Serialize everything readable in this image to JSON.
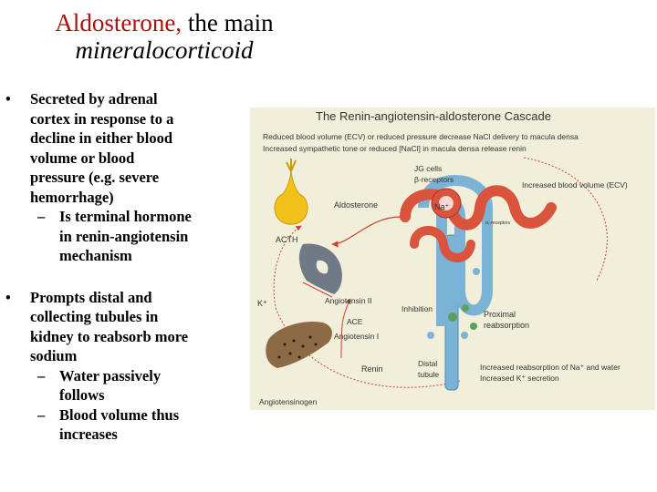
{
  "title": {
    "line1_red": "Aldosterone,",
    "line1_rest": " the main",
    "line2": "mineralocorticoid"
  },
  "bullets": [
    {
      "marker": "•",
      "text_lines": [
        "Secreted by adrenal",
        "cortex in response to a",
        "decline in either blood",
        "volume or blood",
        "pressure (e.g. severe",
        "hemorrhage)"
      ],
      "subs": [
        {
          "marker": "–",
          "text_lines": [
            "Is terminal hormone",
            "in renin-angiotensin",
            "mechanism"
          ]
        }
      ]
    },
    {
      "marker": "•",
      "text_lines": [
        "Prompts distal and",
        "collecting tubules in",
        "kidney to reabsorb more",
        "sodium"
      ],
      "subs": [
        {
          "marker": "–",
          "text_lines": [
            "Water passively",
            "follows"
          ]
        },
        {
          "marker": "–",
          "text_lines": [
            "Blood volume thus",
            "increases"
          ]
        }
      ]
    }
  ],
  "figure": {
    "title": "The Renin-angiotensin-aldosterone Cascade",
    "top_line1": "Reduced blood volume (ECV) or reduced pressure decrease NaCl delivery to macula densa",
    "top_line2": "Increased sympathetic tone or reduced [NaCl] in macula densa release renin",
    "jg_cells": "JG cells",
    "beta_receptors": "β-receptors",
    "increased_ecv": "Increased blood volume (ECV)",
    "aldosterone": "Aldosterone",
    "na": "Na⁺",
    "acth": "ACTH",
    "k_plus": "K⁺",
    "angiotensin_ii": "Angiotensin II",
    "inhibition": "Inhibition",
    "ace": "ACE",
    "angiotensin_i": "Angiotensin I",
    "renin": "Renin",
    "proximal": "Proximal",
    "reabsorption": "reabsorption",
    "distal": "Distal",
    "tubule": "tubule",
    "increased_reabsorption": "Increased reabsorption of Na⁺ and water",
    "increased_k": "Increased K⁺ secretion",
    "angiotensinogen": "Angiotensinogen",
    "small_label": "α₁-receptors",
    "colors": {
      "title_red": "#b01010",
      "figure_bg": "#f1efd9",
      "tubule_red": "#d9533d",
      "tubule_blue": "#7ab3d6",
      "adrenal_yellow": "#f2c21b",
      "lung_gray": "#6f7a86",
      "liver_brown": "#8c6a45"
    }
  }
}
